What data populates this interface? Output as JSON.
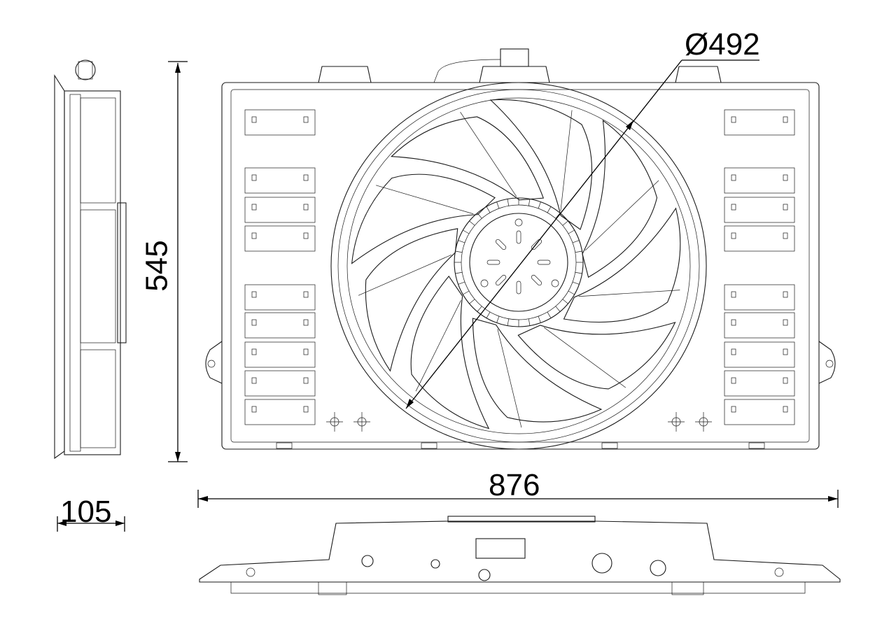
{
  "dimensions": {
    "diameter": "Ø492",
    "height": "545",
    "width": "876",
    "depth": "105"
  },
  "drawing": {
    "line_color": "#1a1a1a",
    "background": "#ffffff",
    "blade_count": 9,
    "views": [
      "front-view",
      "side-view",
      "bottom-view"
    ]
  }
}
